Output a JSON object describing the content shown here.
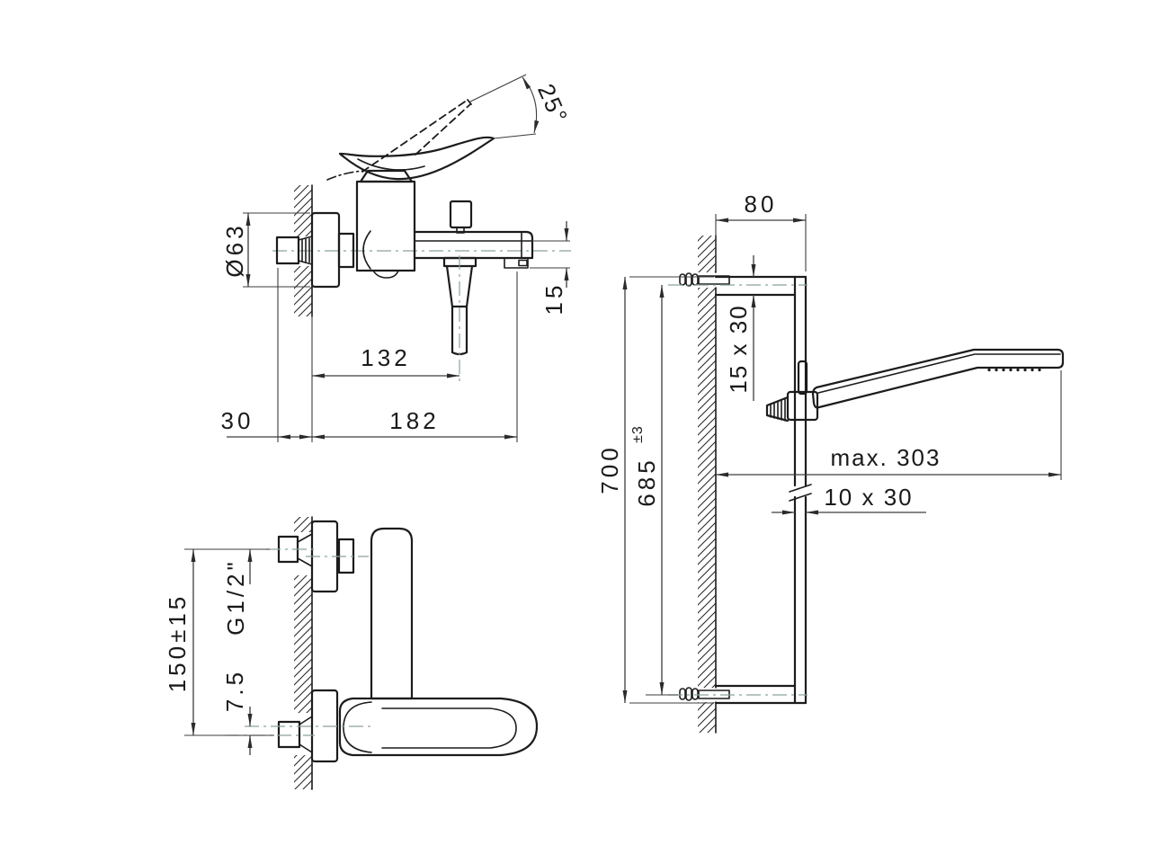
{
  "dims": {
    "v1_angle": "25°",
    "v1_diameter": "Ø63",
    "v1_spout_height": "15",
    "v1_outlet_center": "132",
    "v1_wall": "30",
    "v1_reach": "182",
    "v2_centers": "150±15",
    "v2_thread": "G1/2\"",
    "v2_offset": "7.5",
    "v3_bracket": "80",
    "v3_bracket_profile": "15 x 30",
    "v3_height": "700",
    "v3_centers": "685",
    "v3_tolerance": "±3",
    "v3_reach": "max. 303",
    "v3_rail_profile": "10 x 30"
  }
}
